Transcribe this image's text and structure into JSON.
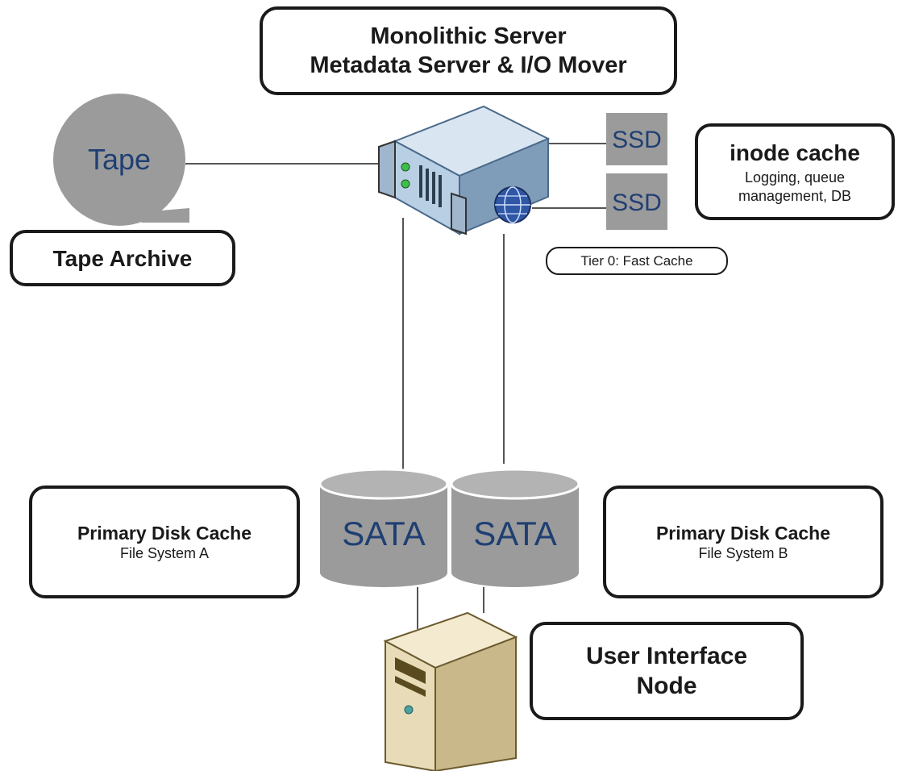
{
  "title": {
    "line1": "Monolithic Server",
    "line2": "Metadata Server & I/O Mover"
  },
  "tape": {
    "icon_label": "Tape",
    "caption": "Tape Archive"
  },
  "ssd": {
    "top_label": "SSD",
    "bottom_label": "SSD",
    "tier_caption": "Tier 0: Fast Cache"
  },
  "inode": {
    "title": "inode cache",
    "desc_line1": "Logging, queue",
    "desc_line2": "management, DB"
  },
  "disks": {
    "left_label": "SATA",
    "right_label": "SATA"
  },
  "cache_a": {
    "title": "Primary Disk Cache",
    "sub": "File System A"
  },
  "cache_b": {
    "title": "Primary Disk Cache",
    "sub": "File System B"
  },
  "ui_node": {
    "line1": "User Interface",
    "line2": "Node"
  },
  "colors": {
    "device_gray": "#9b9b9b",
    "label_blue": "#1f3f73",
    "server_blue": "#a8c3db",
    "tower_beige": "#e8dcb8",
    "outline": "#1a1a1a"
  }
}
